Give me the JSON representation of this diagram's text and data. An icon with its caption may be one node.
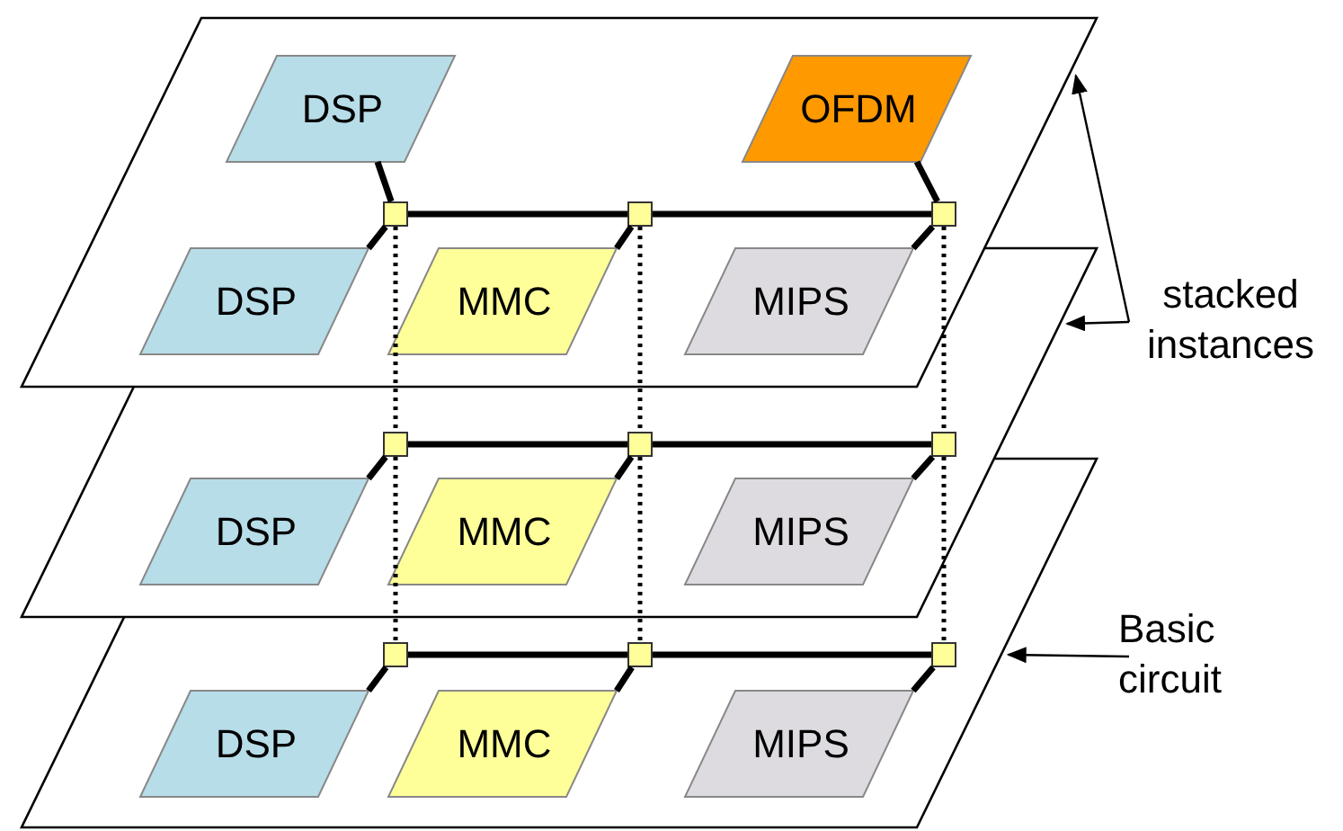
{
  "diagram": {
    "nodes": [
      {
        "text": [],
        "shape": "parallelogram"
      },
      {
        "text": [
          "DSP"
        ],
        "in": 0
      },
      {
        "text": [
          "OFDM"
        ],
        "in": 0
      },
      {
        "text": [],
        "shape": "box",
        "in": 0
      },
      {
        "text": [],
        "shape": "box",
        "in": 0
      },
      {
        "text": [],
        "shape": "box",
        "in": 0
      },
      {
        "text": [
          "DSP"
        ]
      },
      {
        "text": [
          "MMC"
        ]
      },
      {
        "text": [
          "MIPS"
        ]
      },
      {
        "text": [],
        "shape": "parallelogram"
      },
      {
        "text": [],
        "shape": "box",
        "in": 9
      },
      {
        "text": [],
        "shape": "box",
        "in": 9
      },
      {
        "text": [],
        "shape": "box",
        "in": 9
      },
      {
        "text": [
          "DSP"
        ]
      },
      {
        "text": [
          "MMC"
        ]
      },
      {
        "text": [
          "MIPS"
        ]
      },
      {
        "text": [],
        "shape": "parallelogram"
      },
      {
        "text": [],
        "shape": "box",
        "in": 16
      },
      {
        "text": [],
        "shape": "box",
        "in": 16
      },
      {
        "text": [],
        "shape": "box",
        "in": 16
      },
      {
        "text": [
          "DSP"
        ],
        "in": 16
      },
      {
        "text": [
          "MMC"
        ],
        "in": 16
      },
      {
        "text": [
          "MIPS"
        ],
        "in": 16
      },
      {
        "text": [
          "stacked instances"
        ]
      },
      {
        "text": [
          "Basic circuit"
        ]
      }
    ],
    "edges": [
      {
        "from": 1,
        "to": 3,
        "arrow": "none"
      },
      {
        "from": 2,
        "to": 5,
        "arrow": "none"
      },
      {
        "from": 6,
        "to": 3,
        "arrow": "none"
      },
      {
        "from": 7,
        "to": 4,
        "arrow": "none"
      },
      {
        "from": 8,
        "to": 5,
        "arrow": "none"
      },
      {
        "from": 3,
        "to": 4,
        "arrow": "none"
      },
      {
        "from": 4,
        "to": 5,
        "arrow": "none"
      },
      {
        "from": 13,
        "to": 10,
        "arrow": "none"
      },
      {
        "from": 14,
        "to": 11,
        "arrow": "none"
      },
      {
        "from": 15,
        "to": 12,
        "arrow": "none"
      },
      {
        "from": 10,
        "to": 11,
        "arrow": "none"
      },
      {
        "from": 11,
        "to": 12,
        "arrow": "none"
      },
      {
        "from": 20,
        "to": 17,
        "arrow": "none"
      },
      {
        "from": 21,
        "to": 18,
        "arrow": "none"
      },
      {
        "from": 22,
        "to": 19,
        "arrow": "none"
      },
      {
        "from": 17,
        "to": 18,
        "arrow": "none"
      },
      {
        "from": 18,
        "to": 19,
        "arrow": "none"
      },
      {
        "from": 3,
        "to": 10,
        "arrow": "none",
        "style": "dashed"
      },
      {
        "from": 4,
        "to": 11,
        "arrow": "none",
        "style": "dashed"
      },
      {
        "from": 5,
        "to": 12,
        "arrow": "none",
        "style": "dashed"
      },
      {
        "from": 10,
        "to": 17,
        "arrow": "none",
        "style": "dashed"
      },
      {
        "from": 11,
        "to": 18,
        "arrow": "none",
        "style": "dashed"
      },
      {
        "from": 12,
        "to": 19,
        "arrow": "none",
        "style": "dashed"
      },
      {
        "from": 23,
        "to": 0,
        "arrow": "to"
      },
      {
        "from": 23,
        "to": 9,
        "arrow": "to"
      },
      {
        "from": 24,
        "to": 16,
        "arrow": "to"
      }
    ]
  }
}
